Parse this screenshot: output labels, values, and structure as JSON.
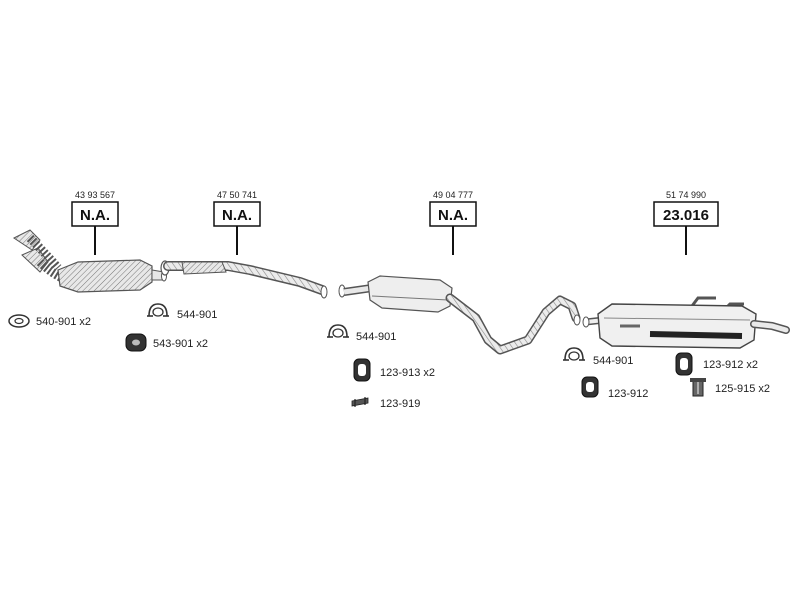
{
  "assemblies": [
    {
      "number": "43 93 567",
      "price": "N.A."
    },
    {
      "number": "47 50 741",
      "price": "N.A."
    },
    {
      "number": "49 04 777",
      "price": "N.A."
    },
    {
      "number": "51 74 990",
      "price": "23.016"
    }
  ],
  "parts": [
    {
      "label": "540-901 x2",
      "icon": "gasket-ring-icon"
    },
    {
      "label": "544-901",
      "icon": "clamp-icon"
    },
    {
      "label": "543-901 x2",
      "icon": "rubber-mount-icon"
    },
    {
      "label": "544-901",
      "icon": "clamp-icon"
    },
    {
      "label": "123-913 x2",
      "icon": "hanger-ring-icon"
    },
    {
      "label": "123-919",
      "icon": "bracket-icon"
    },
    {
      "label": "544-901",
      "icon": "clamp-icon"
    },
    {
      "label": "123-912",
      "icon": "hanger-ring-icon"
    },
    {
      "label": "123-912 x2",
      "icon": "hanger-ring-icon"
    },
    {
      "label": "125-915 x2",
      "icon": "mounting-bolt-icon"
    }
  ],
  "colors": {
    "pipe_stroke": "#555555",
    "pipe_fill": "#e6e6e6",
    "ink": "#111111"
  }
}
